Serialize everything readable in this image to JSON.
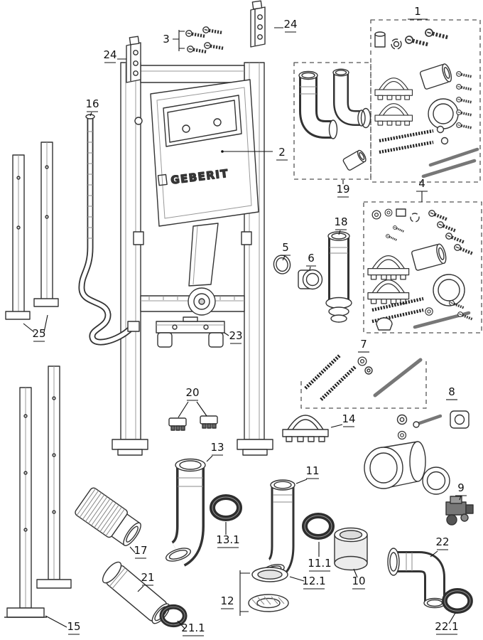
{
  "brand": "GEBERIT",
  "labels": {
    "p1": "1",
    "p2": "2",
    "p3": "3",
    "p4": "4",
    "p5": "5",
    "p6": "6",
    "p7": "7",
    "p8": "8",
    "p9": "9",
    "p10": "10",
    "p11": "11",
    "p11_1": "11.1",
    "p12": "12",
    "p12_1": "12.1",
    "p13": "13",
    "p13_1": "13.1",
    "p14": "14",
    "p15": "15",
    "p16": "16",
    "p17": "17",
    "p18": "18",
    "p19": "19",
    "p20": "20",
    "p21": "21",
    "p21_1": "21.1",
    "p22": "22",
    "p22_1": "22.1",
    "p23": "23",
    "p24_left": "24",
    "p24_right": "24",
    "p25": "25"
  }
}
